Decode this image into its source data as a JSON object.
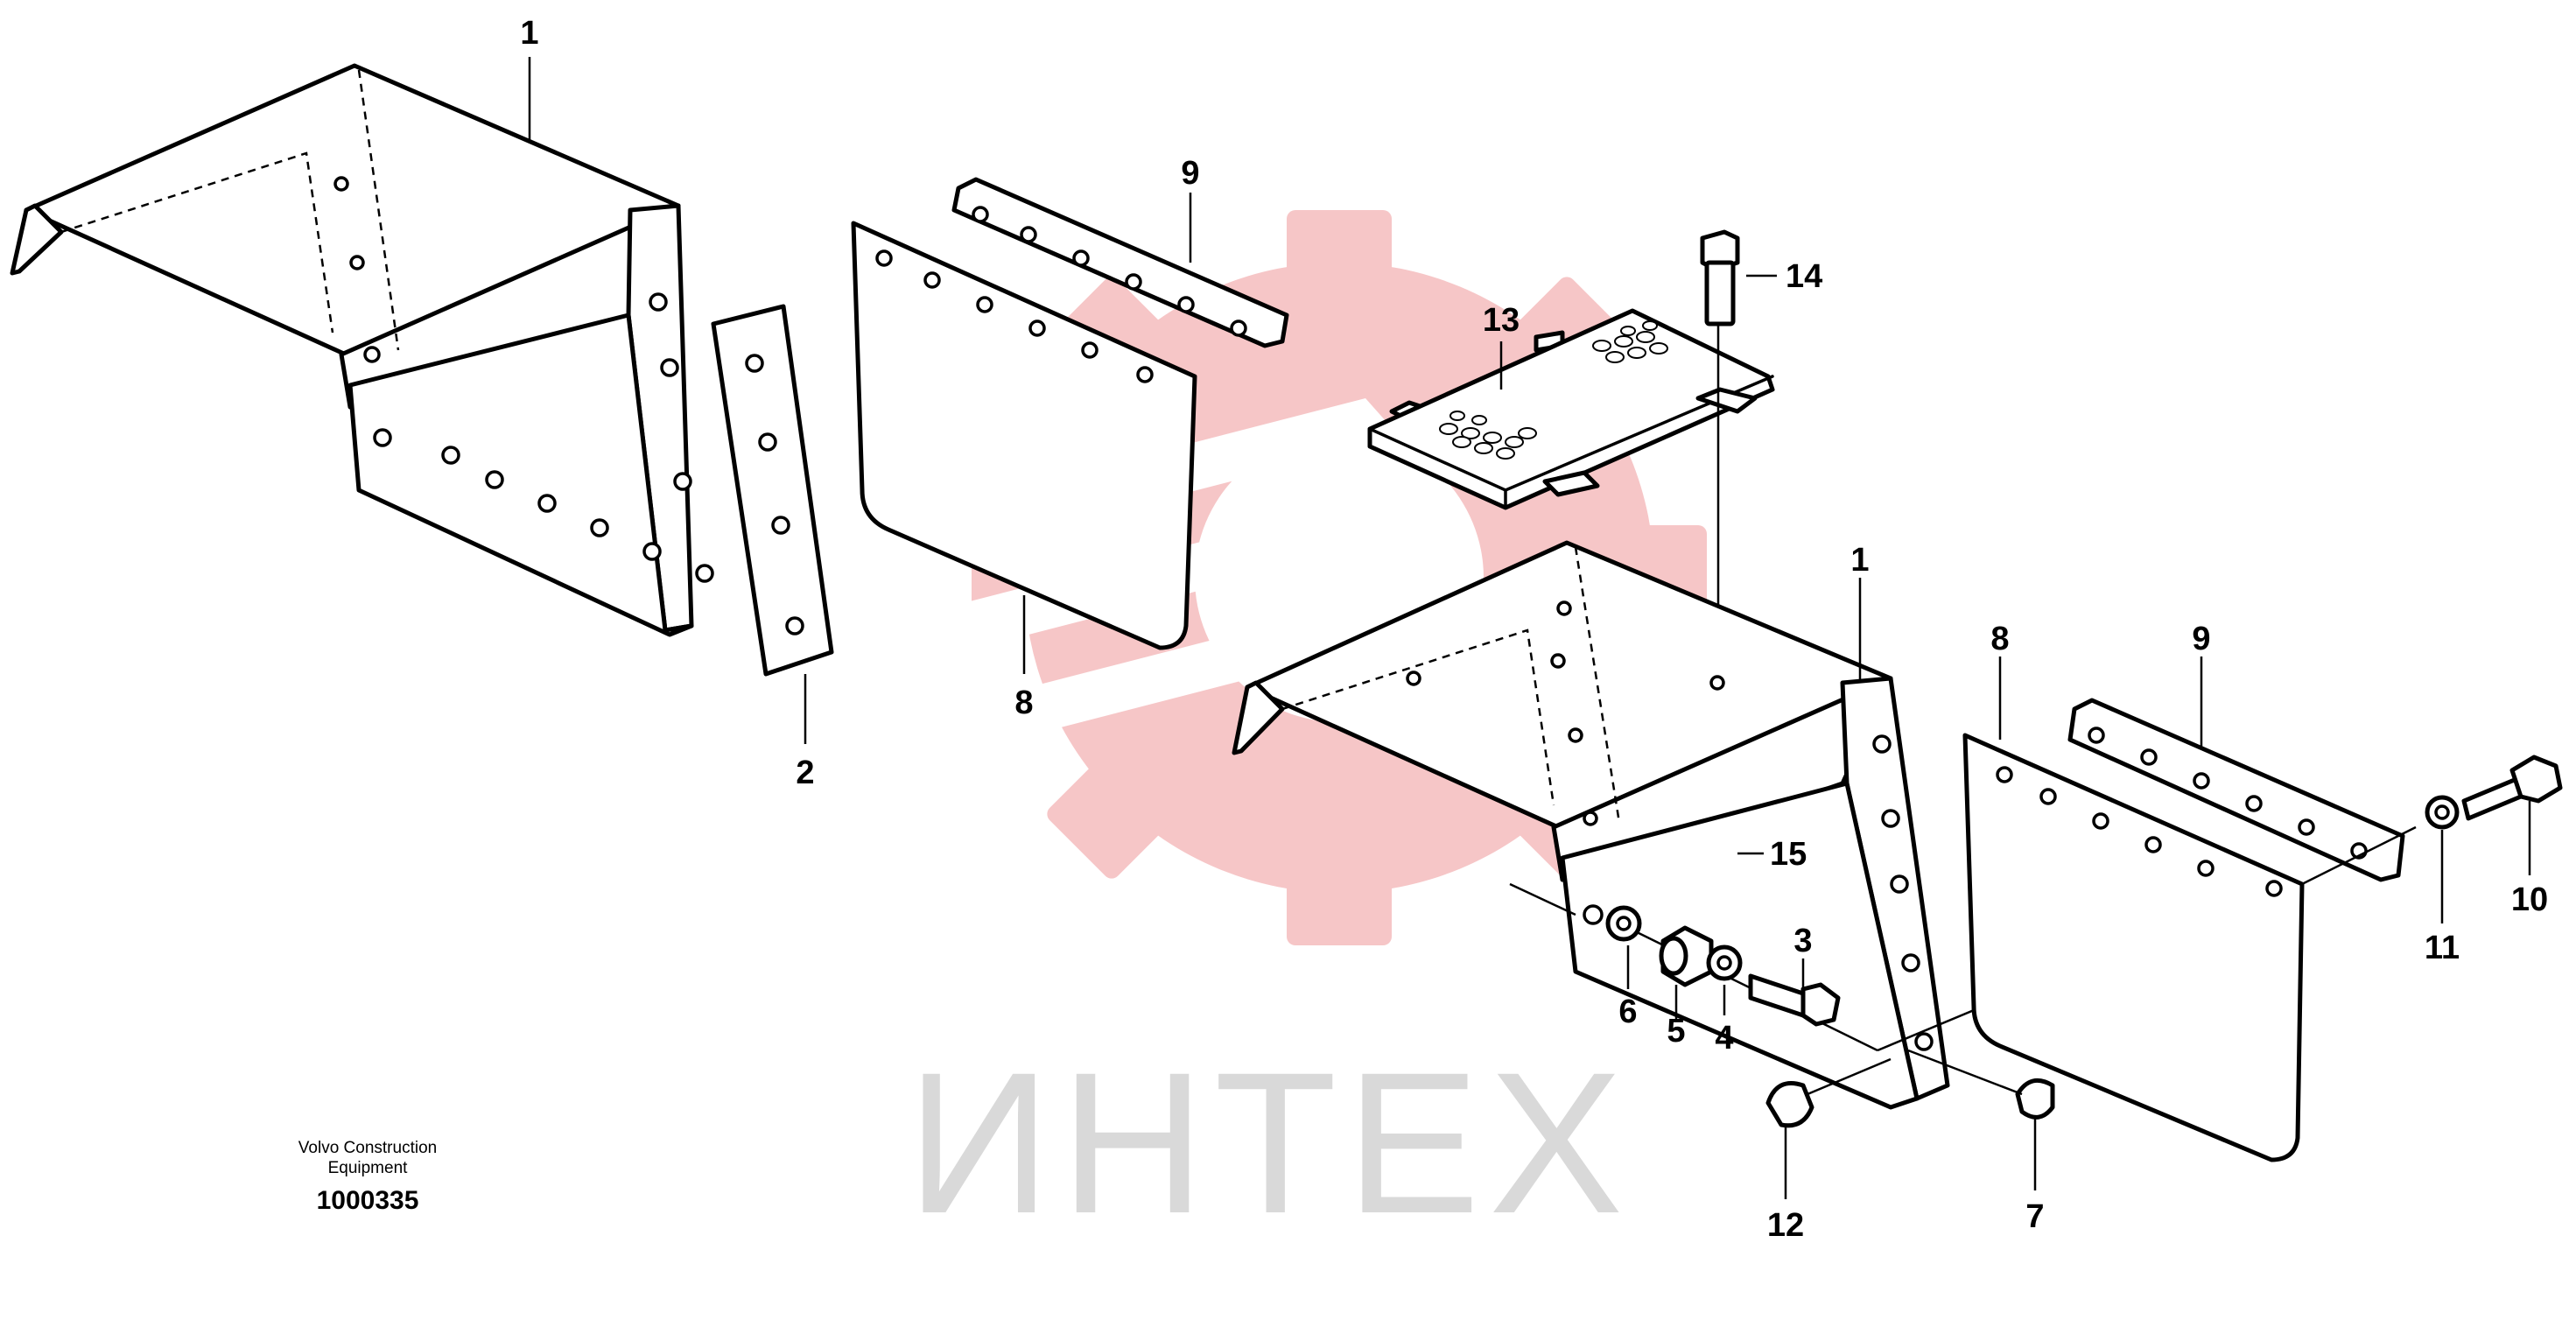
{
  "watermark": {
    "text": "ИНТЕХ",
    "gear_color": "#f6c6c7",
    "text_color": "#d9d9d9"
  },
  "caption": {
    "line1": "Volvo Construction",
    "line2": "Equipment",
    "number": "1000335"
  },
  "callouts": {
    "top_left_bracket": "1",
    "left_plate": "2",
    "left_mudflap": "8",
    "left_strip": "9",
    "center_panel": "13",
    "bolt_14": "14",
    "nut_15": "15",
    "right_bracket": "1",
    "right_mudflap": "8",
    "right_strip": "9",
    "bolt_3": "3",
    "washer_4": "4",
    "spacer_5": "5",
    "washer_6": "6",
    "cap_nut_7": "7",
    "bolt_10": "10",
    "washer_11": "11",
    "cap_nut_12": "12"
  },
  "colors": {
    "line": "#000000",
    "background": "#ffffff"
  }
}
